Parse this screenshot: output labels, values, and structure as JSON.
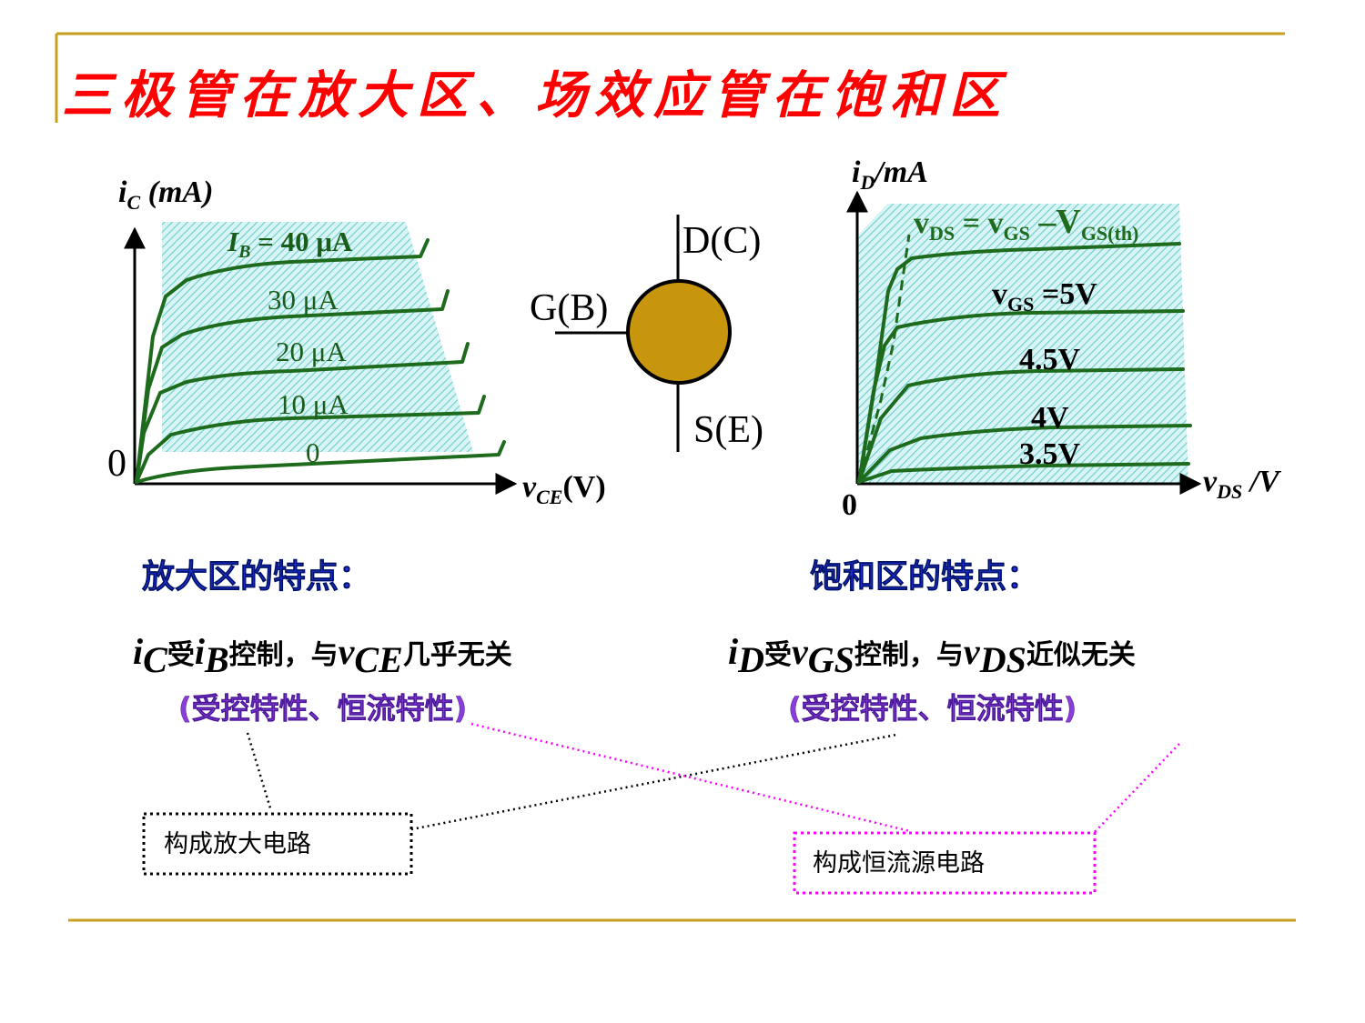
{
  "title": "三极管在放大区、场效应管在饱和区",
  "bjt": {
    "y_axis": {
      "prefix": "i",
      "sub": "C",
      "unit": " (mA)"
    },
    "x_axis": {
      "prefix": "v",
      "sub": "CE",
      "unit": "(V)"
    },
    "origin": "0",
    "curves": [
      {
        "label_pre": "I",
        "label_sub": "B",
        "label_rest": " = 40 μA"
      },
      {
        "label": "30 μA"
      },
      {
        "label": "20 μA"
      },
      {
        "label": "10 μA"
      },
      {
        "label": "0"
      }
    ]
  },
  "device": {
    "top": "D(C)",
    "left": "G(B)",
    "bottom": "S(E)",
    "fill_color": "#c8960c"
  },
  "mosfet": {
    "y_axis": {
      "prefix": "i",
      "sub": "D",
      "unit": "/mA"
    },
    "x_axis": {
      "prefix": "v",
      "sub": "DS",
      "unit": " /V"
    },
    "origin": "0",
    "boundary": {
      "a": "v",
      "a_sub": "DS",
      "eq": " = ",
      "b": "v",
      "b_sub": "GS",
      "minus": " –V",
      "c_sub": "GS(th)"
    },
    "curves": [
      {
        "pre": "v",
        "sub": "GS",
        "rest": " =5V"
      },
      {
        "label": "4.5V"
      },
      {
        "label": "4V"
      },
      {
        "label": "3.5V"
      }
    ]
  },
  "left_block": {
    "heading": "放大区的特点：",
    "line1": {
      "a": "i",
      "a_sub": "C",
      "t1": "受",
      "b": "i",
      "b_sub": "B",
      "t2": "控制，与",
      "c": "v",
      "c_sub": "CE",
      "t3": "几乎无关"
    },
    "line2": "(受控特性、恒流特性)"
  },
  "right_block": {
    "heading": "饱和区的特点：",
    "line1": {
      "a": "i",
      "a_sub": "D",
      "t1": "受",
      "b": "v",
      "b_sub": "GS",
      "t2": "控制，与",
      "c": "v",
      "c_sub": "DS",
      "t3": "近似无关"
    },
    "line2": "(受控特性、恒流特性)"
  },
  "box_amp": "构成放大电路",
  "box_const": "构成恒流源电路",
  "colors": {
    "title": "#ff0000",
    "rule": "#c8a020",
    "curve": "#1e6b1e",
    "hatch": "#7fd4d4",
    "heading": "#2233dd",
    "purple": "#8a3ddb",
    "magenta": "#ff00ff"
  }
}
